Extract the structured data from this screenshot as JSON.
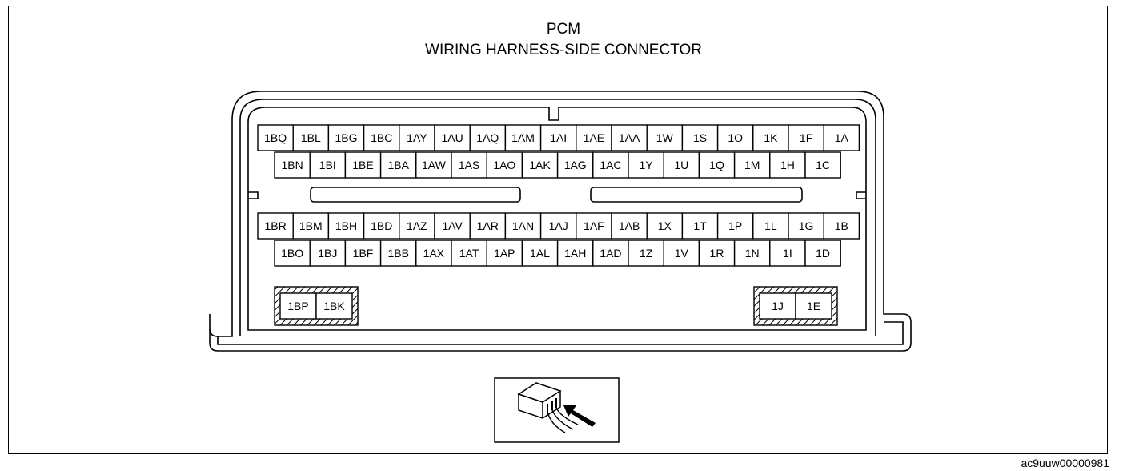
{
  "title": {
    "line1": "PCM",
    "line2": "WIRING HARNESS-SIDE CONNECTOR"
  },
  "connector": {
    "rows": [
      [
        "1BQ",
        "1BL",
        "1BG",
        "1BC",
        "1AY",
        "1AU",
        "1AQ",
        "1AM",
        "1AI",
        "1AE",
        "1AA",
        "1W",
        "1S",
        "1O",
        "1K",
        "1F",
        "1A"
      ],
      [
        "1BN",
        "1BI",
        "1BE",
        "1BA",
        "1AW",
        "1AS",
        "1AO",
        "1AK",
        "1AG",
        "1AC",
        "1Y",
        "1U",
        "1Q",
        "1M",
        "1H",
        "1C"
      ],
      [
        "1BR",
        "1BM",
        "1BH",
        "1BD",
        "1AZ",
        "1AV",
        "1AR",
        "1AN",
        "1AJ",
        "1AF",
        "1AB",
        "1X",
        "1T",
        "1P",
        "1L",
        "1G",
        "1B"
      ],
      [
        "1BO",
        "1BJ",
        "1BF",
        "1BB",
        "1AX",
        "1AT",
        "1AP",
        "1AL",
        "1AH",
        "1AD",
        "1Z",
        "1V",
        "1R",
        "1N",
        "1I",
        "1D"
      ]
    ],
    "left_block": [
      "1BP",
      "1BK"
    ],
    "right_block": [
      "1J",
      "1E"
    ]
  },
  "footer_code": "ac9uuw00000981",
  "icons": {
    "connector_view": "connector-view-arrow-icon"
  }
}
